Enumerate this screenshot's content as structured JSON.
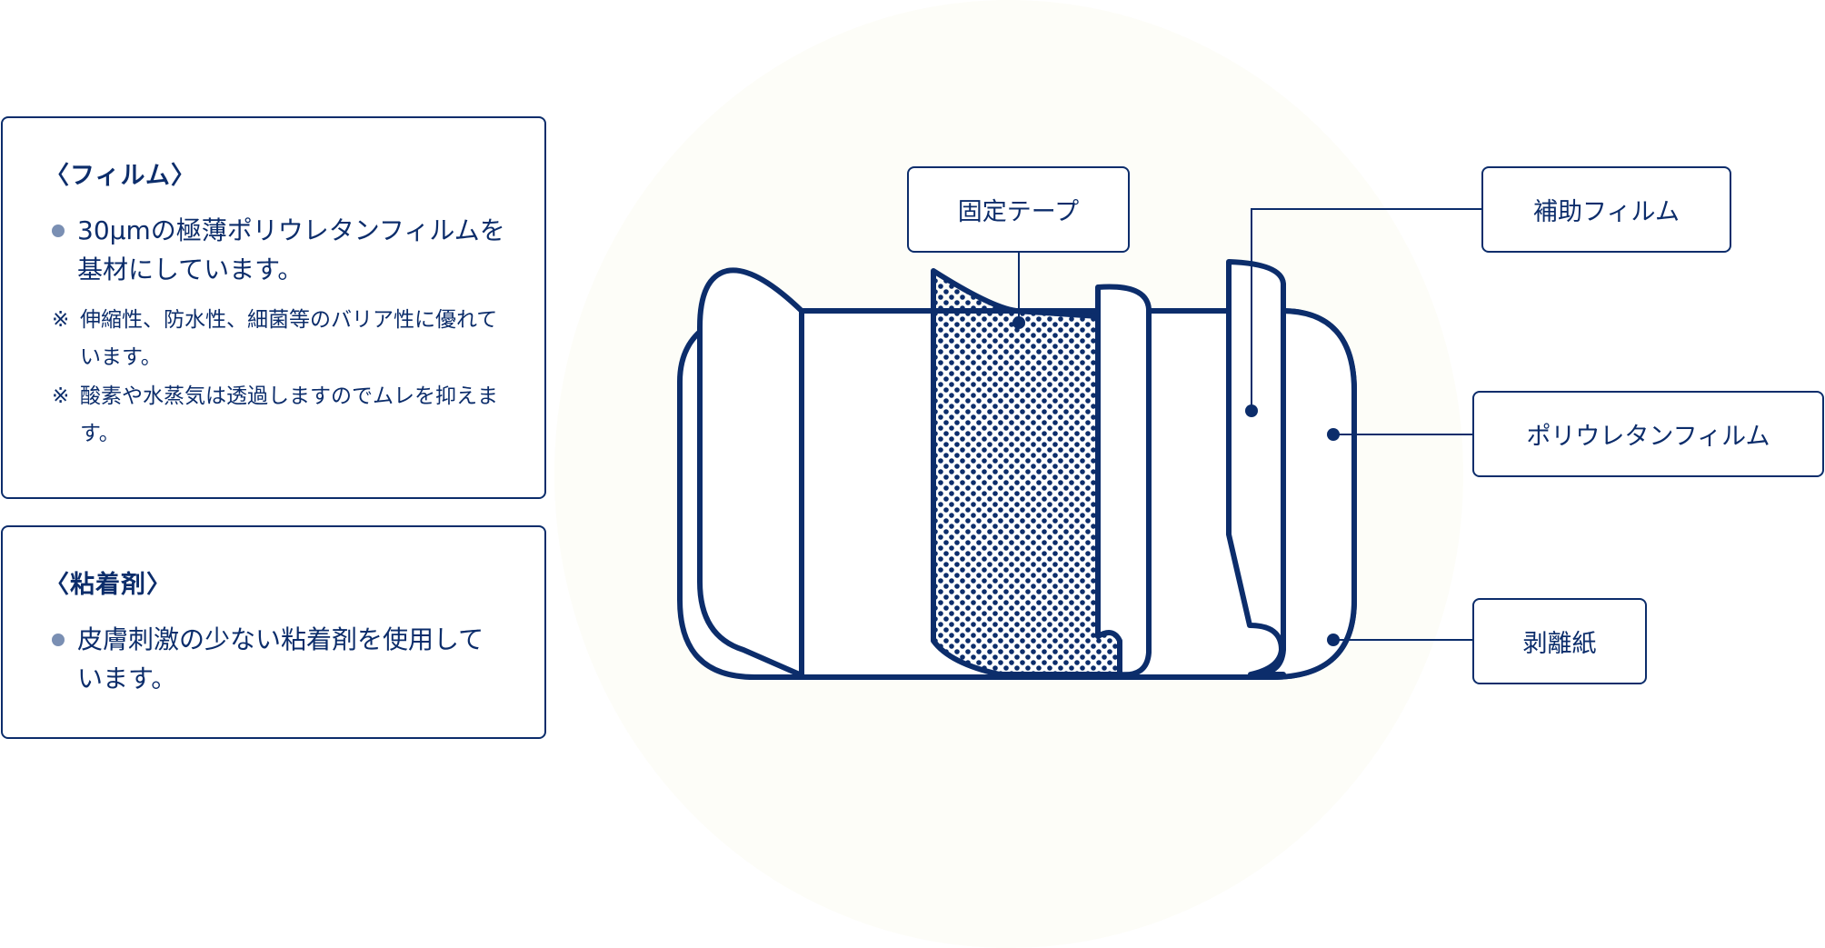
{
  "film_box": {
    "title": "〈フィルム〉",
    "bullet": "30μmの極薄ポリウレタンフィルムを基材にしています。",
    "notes": [
      {
        "mark": "※",
        "text": "伸縮性、防水性、細菌等のバリア性に優れています。"
      },
      {
        "mark": "※",
        "text": "酸素や水蒸気は透過しますのでムレを抑えます。"
      }
    ]
  },
  "adhesive_box": {
    "title": "〈粘着剤〉",
    "bullet": "皮膚刺激の少ない粘着剤を使用しています。"
  },
  "labels": {
    "fixing_tape": "固定テープ",
    "auxiliary_film": "補助フィルム",
    "polyurethane_film": "ポリウレタンフィルム",
    "release_paper": "剥離紙"
  },
  "colors": {
    "navy": "#0c2d6b",
    "bullet_gray": "#7a8fb3",
    "background_blob": "#fdfdf8"
  }
}
